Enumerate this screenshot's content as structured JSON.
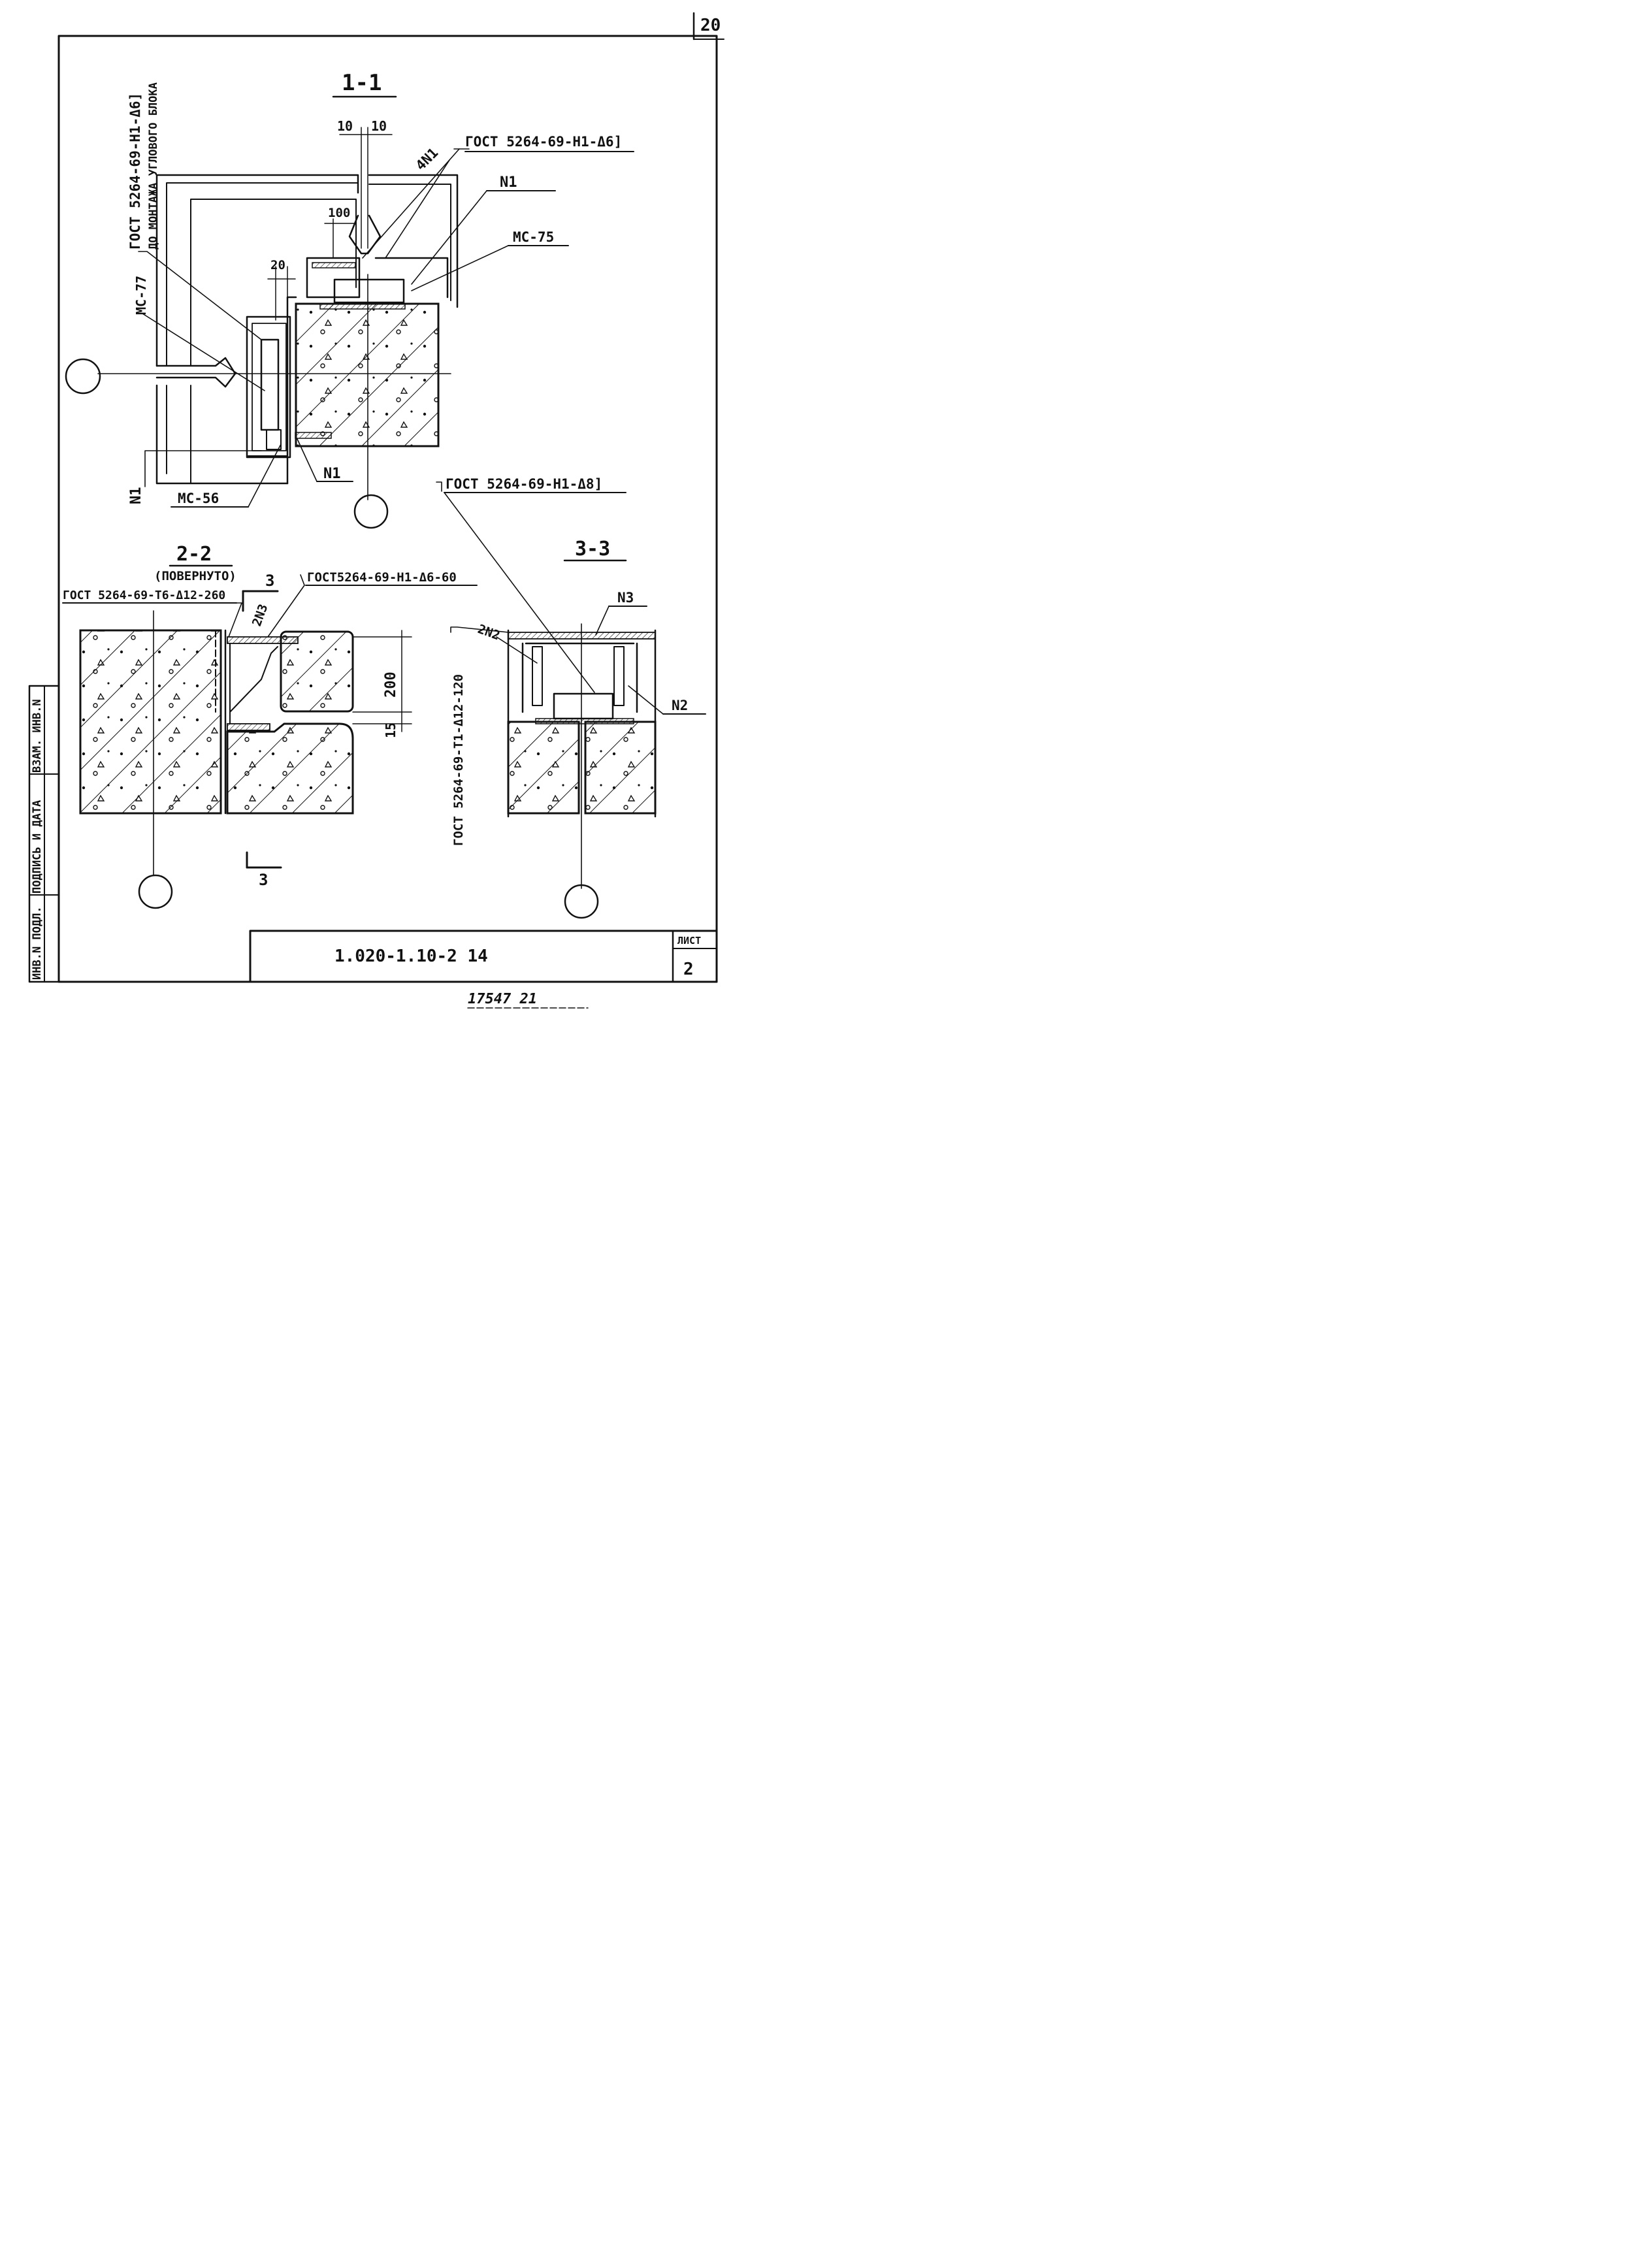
{
  "sheet": {
    "page_number": "20",
    "designation": "1.020-1.10-2 14",
    "sheet_label": "ЛИСТ",
    "sheet_number": "2",
    "stamp_note": "17547  21"
  },
  "side_stamp": {
    "cells": [
      "ИНВ.N ПОДЛ.",
      "ПОДПИСЬ И ДАТА",
      "ВЗАМ. ИНВ.N"
    ]
  },
  "section_1_1": {
    "title": "1-1",
    "dim_gap_left": "10",
    "dim_gap_right": "10",
    "dim_100": "100",
    "dim_20": "20",
    "weld_top": "ГОСТ 5264-69-Н1-Δ6]",
    "weld_left": "ГОСТ 5264-69-Н1-Δ6]",
    "weld_left_note": "ДО МОНТАЖА УГЛОВОГО БЛОКА",
    "label_4n1": "4N1",
    "label_n1_top": "N1",
    "label_mc75": "МС-75",
    "label_mc77": "МС-77",
    "label_n1_left": "N1",
    "label_n1_bottom": "N1",
    "label_mc56": "МС-56"
  },
  "section_2_2": {
    "title": "2-2",
    "subtitle": "(ПОВЕРНУТО)",
    "cut_mark": "3",
    "weld_t6": "ГОСТ 5264-69-Т6-Δ12-260",
    "weld_h1": "ГОСТ5264-69-Н1-Δ6-60",
    "label_2n3": "2N3",
    "dim_200": "200",
    "dim_15": "15"
  },
  "section_3_3": {
    "title": "3-3",
    "weld_top": "ГОСТ 5264-69-Н1-Δ8]",
    "weld_t1": "ГОСТ 5264-69-Т1-Δ12-120",
    "label_2n2": "2N2",
    "label_n3": "N3",
    "label_n2": "N2"
  }
}
